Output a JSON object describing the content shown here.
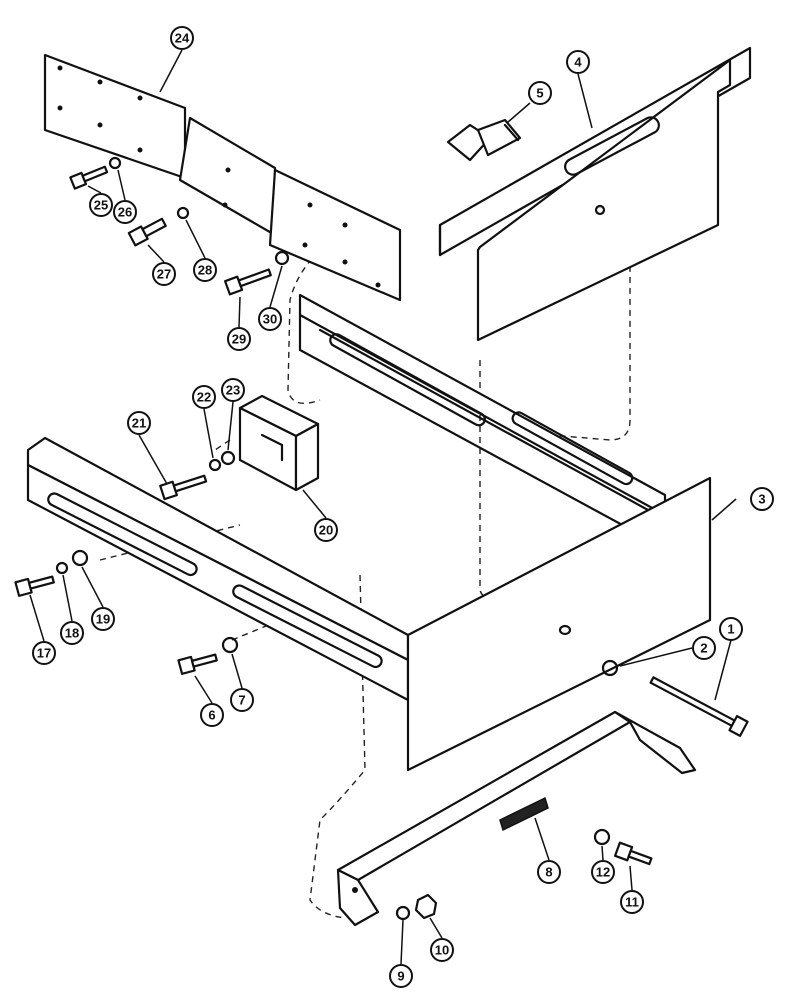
{
  "diagram": {
    "callouts": [
      "1",
      "2",
      "3",
      "4",
      "5",
      "6",
      "7",
      "8",
      "9",
      "10",
      "11",
      "12",
      "17",
      "18",
      "19",
      "20",
      "21",
      "22",
      "23",
      "24",
      "25",
      "26",
      "27",
      "28",
      "29",
      "30"
    ]
  }
}
